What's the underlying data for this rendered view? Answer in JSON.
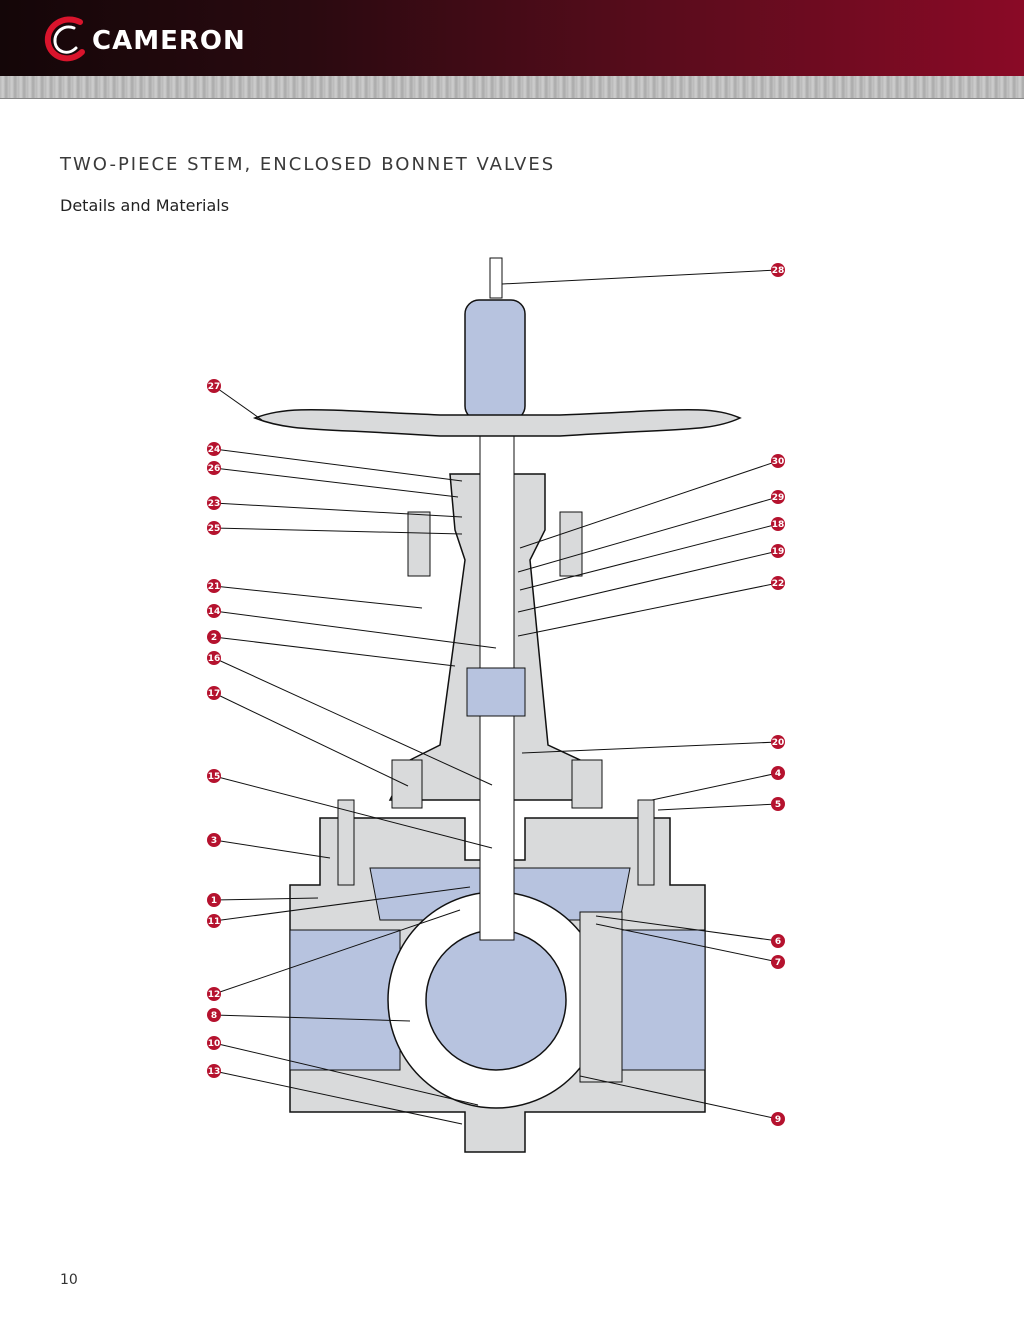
{
  "header": {
    "brand_name": "CAMERON",
    "accent_color": "#8a0a26",
    "logo_icon": "cameron-c-logo"
  },
  "page": {
    "title": "TWO-PIECE STEM, ENCLOSED BONNET VALVES",
    "subtitle": "Details and Materials",
    "page_number": "10"
  },
  "diagram": {
    "callouts_left": [
      "27",
      "24",
      "26",
      "23",
      "25",
      "21",
      "14",
      "2",
      "16",
      "17",
      "15",
      "3",
      "1",
      "11",
      "12",
      "8",
      "10",
      "13"
    ],
    "callouts_right": [
      "28",
      "30",
      "29",
      "18",
      "19",
      "22",
      "20",
      "4",
      "5",
      "6",
      "7",
      "9"
    ],
    "callout_color": "#b5122e",
    "body_color": "#d9dadb",
    "internal_color": "#b7c3df"
  }
}
